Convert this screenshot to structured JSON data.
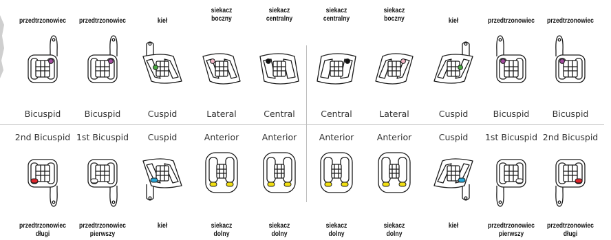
{
  "colors": {
    "outline": "#1a1a1a",
    "divider": "#bdbdbd",
    "purple": "#a24a9e",
    "pink": "#f2b6c6",
    "green": "#49a842",
    "black": "#111111",
    "red": "#e0262c",
    "blue": "#27a7d8",
    "yellow": "#f2df12",
    "white": "#ffffff"
  },
  "top_row": {
    "polish_labels": [
      [
        "przedtrzonowiec"
      ],
      [
        "przedtrzonowiec"
      ],
      [
        "kieł"
      ],
      [
        "siekacz",
        "boczny"
      ],
      [
        "siekacz",
        "centralny"
      ],
      [
        "siekacz",
        "centralny"
      ],
      [
        "siekacz",
        "boczny"
      ],
      [
        "kieł"
      ],
      [
        "przedtrzonowiec"
      ],
      [
        "przedtrzonowiec"
      ]
    ],
    "english_labels": [
      "Bicuspid",
      "Bicuspid",
      "Cuspid",
      "Lateral",
      "Central",
      "Central",
      "Lateral",
      "Cuspid",
      "Bicuspid",
      "Bicuspid"
    ],
    "brackets": [
      {
        "type": "bicuspid-upper",
        "dot": "purple"
      },
      {
        "type": "bicuspid-upper",
        "dot": "purple"
      },
      {
        "type": "cuspid-upper",
        "dot": "green"
      },
      {
        "type": "lateral-upper",
        "dot": "pink"
      },
      {
        "type": "central-upper",
        "dot": "black"
      },
      {
        "type": "central-upper",
        "dot": "black"
      },
      {
        "type": "lateral-upper",
        "dot": "pink"
      },
      {
        "type": "cuspid-upper",
        "dot": "green"
      },
      {
        "type": "bicuspid-upper",
        "dot": "purple"
      },
      {
        "type": "bicuspid-upper",
        "dot": "purple"
      }
    ]
  },
  "bottom_row": {
    "english_labels": [
      "2nd Bicuspid",
      "1st Bicuspid",
      "Cuspid",
      "Anterior",
      "Anterior",
      "Anterior",
      "Anterior",
      "Cuspid",
      "1st Bicuspid",
      "2nd Bicuspid"
    ],
    "polish_labels": [
      [
        "przedtrzonowiec",
        "długi"
      ],
      [
        "przedtrzonowiec",
        "pierwszy"
      ],
      [
        "kieł"
      ],
      [
        "siekacz",
        "dolny"
      ],
      [
        "siekacz",
        "dolny"
      ],
      [
        "siekacz",
        "dolny"
      ],
      [
        "siekacz",
        "dolny"
      ],
      [
        "kieł"
      ],
      [
        "przedtrzonowiec",
        "pierwszy"
      ],
      [
        "przedtrzonowiec",
        "długi"
      ]
    ],
    "brackets": [
      {
        "type": "bicuspid-lower",
        "dot": "red"
      },
      {
        "type": "bicuspid-lower",
        "dot": "white"
      },
      {
        "type": "cuspid-lower",
        "dot": "blue"
      },
      {
        "type": "anterior-lower",
        "dot": "yellow"
      },
      {
        "type": "anterior-lower",
        "dot": "yellow"
      },
      {
        "type": "anterior-lower",
        "dot": "yellow"
      },
      {
        "type": "anterior-lower",
        "dot": "yellow"
      },
      {
        "type": "cuspid-lower",
        "dot": "blue"
      },
      {
        "type": "bicuspid-lower",
        "dot": "white"
      },
      {
        "type": "bicuspid-lower",
        "dot": "red"
      }
    ]
  }
}
